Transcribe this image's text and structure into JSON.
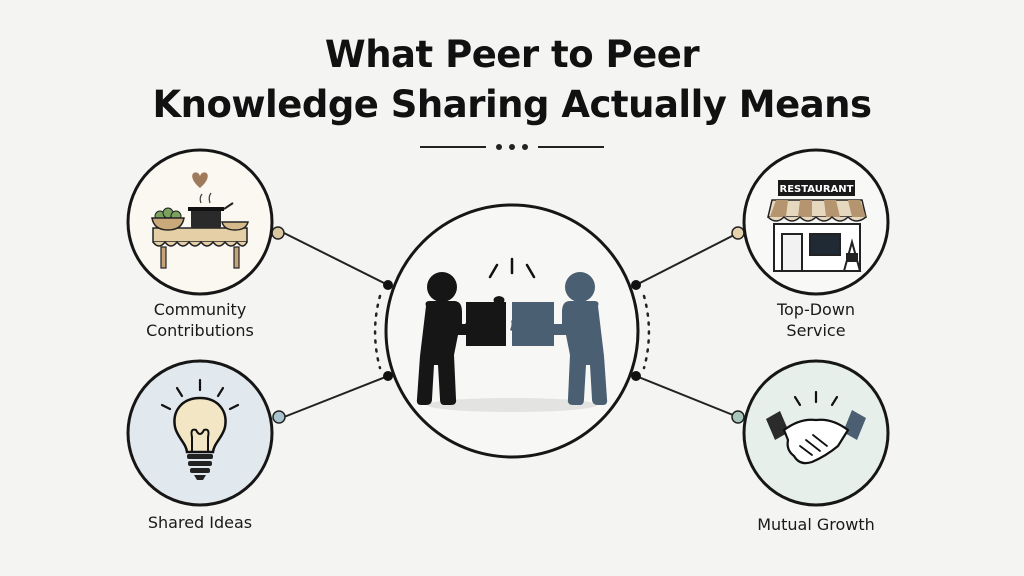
{
  "title": {
    "line1": "What Peer to Peer",
    "line2": "Knowledge Sharing Actually Means"
  },
  "nodes": {
    "community": {
      "line1": "Community",
      "line2": "Contributions",
      "icon": "potluck-table-icon"
    },
    "shared_ideas": {
      "label": "Shared Ideas",
      "icon": "lightbulb-icon"
    },
    "top_down": {
      "line1": "Top-Down",
      "line2": "Service",
      "icon": "restaurant-icon",
      "sign_text": "RESTAURANT"
    },
    "mutual_growth": {
      "label": "Mutual Growth",
      "icon": "handshake-icon"
    },
    "center": {
      "icon": "people-puzzle-icon"
    }
  },
  "colors": {
    "background": "#f4f4f2",
    "ink": "#111111",
    "slate": "#4d6275",
    "connector_tan": "#c9b48f",
    "connector_teal": "#9fbcb4",
    "connector_blue": "#7f98ad"
  }
}
